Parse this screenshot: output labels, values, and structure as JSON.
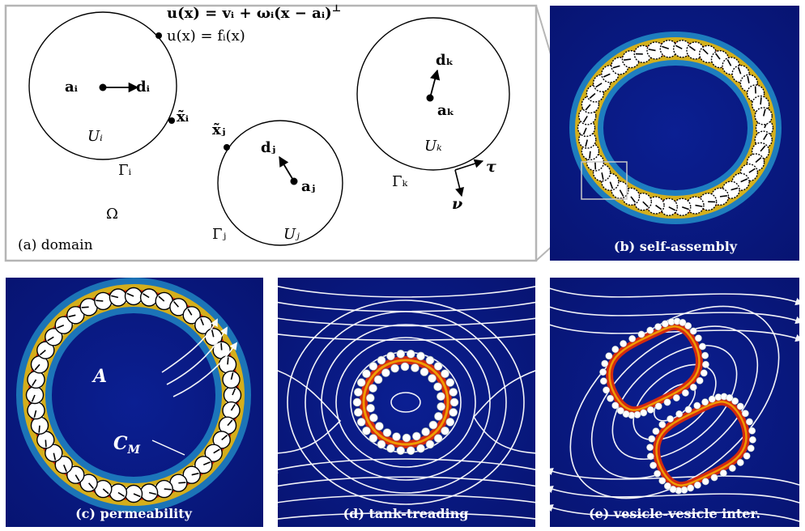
{
  "panels": {
    "a": {
      "label": "(a) domain",
      "omega": "Ω",
      "eq_u": "u(x) = vᵢ + ωᵢ(x − aᵢ)",
      "eq_u_sup": "⊥",
      "eq_f": "u(x) = fᵢ(x)",
      "bodies": {
        "i": {
          "a": "aᵢ",
          "d": "dᵢ",
          "x": "x̃ᵢ",
          "U": "Uᵢ",
          "G": "Γᵢ"
        },
        "j": {
          "a": "aⱼ",
          "d": "dⱼ",
          "x": "x̃ⱼ",
          "U": "Uⱼ",
          "G": "Γⱼ"
        },
        "k": {
          "a": "aₖ",
          "d": "dₖ",
          "U": "Uₖ",
          "G": "Γₖ",
          "tau": "τ",
          "nu": "ν"
        }
      }
    },
    "b": {
      "label": "(b) self-assembly"
    },
    "c": {
      "label": "(c) permeability",
      "A": "A",
      "C": "C",
      "C_sub": "M"
    },
    "d": {
      "label": "(d) tank-treading"
    },
    "e": {
      "label": "(e) vesicle-vesicle inter."
    }
  },
  "colors": {
    "field_bg": "#0a1e8c",
    "hot": "#d42a10",
    "warm": "#f5b800",
    "cold": "#2fd0f0"
  }
}
